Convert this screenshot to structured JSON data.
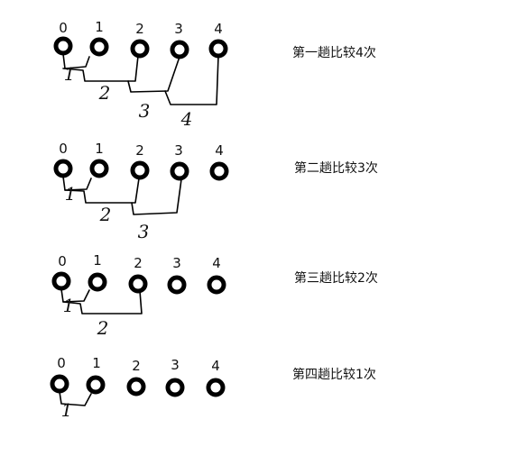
{
  "passes": [
    {
      "caption": "第一趟比较4次",
      "indices": [
        "0",
        "1",
        "2",
        "3",
        "4"
      ],
      "comparisons": [
        "1",
        "2",
        "3",
        "4"
      ]
    },
    {
      "caption": "第二趟比较3次",
      "indices": [
        "0",
        "1",
        "2",
        "3",
        "4"
      ],
      "comparisons": [
        "1",
        "2",
        "3"
      ]
    },
    {
      "caption": "第三趟比较2次",
      "indices": [
        "0",
        "1",
        "2",
        "3",
        "4"
      ],
      "comparisons": [
        "1",
        "2"
      ]
    },
    {
      "caption": "第四趟比较1次",
      "indices": [
        "0",
        "1",
        "2",
        "3",
        "4"
      ],
      "comparisons": [
        "1"
      ]
    }
  ]
}
